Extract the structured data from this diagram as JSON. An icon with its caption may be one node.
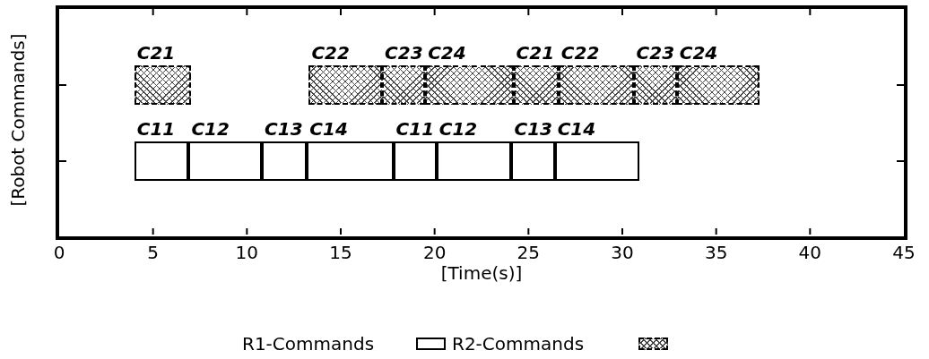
{
  "diagram": {
    "nodes": [
      {
        "text": [
          "C21"
        ]
      },
      {
        "text": [
          "C22"
        ]
      },
      {
        "text": [
          "C23"
        ]
      },
      {
        "text": [
          "C24"
        ]
      },
      {
        "text": [
          "C21"
        ]
      },
      {
        "text": [
          "C22"
        ]
      },
      {
        "text": [
          "C23"
        ]
      },
      {
        "text": [
          "C24"
        ]
      },
      {
        "text": [
          "C11"
        ]
      },
      {
        "text": [
          "C12"
        ]
      },
      {
        "text": [
          "C13"
        ]
      },
      {
        "text": [
          "C14"
        ]
      },
      {
        "text": [
          "C11"
        ]
      },
      {
        "text": [
          "C12"
        ]
      },
      {
        "text": [
          "C13"
        ]
      },
      {
        "text": [
          "C14"
        ]
      }
    ],
    "labels": [
      "[Robot Commands]",
      "0",
      "5",
      "10",
      "15",
      "20",
      "25",
      "30",
      "35",
      "40",
      "45",
      "[Time(s)]"
    ],
    "legend": [
      {
        "text": "R1-Commands"
      },
      {
        "text": "R2-Commands"
      }
    ]
  }
}
